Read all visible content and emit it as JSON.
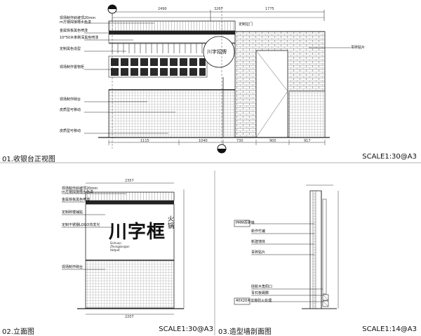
{
  "views": {
    "front": {
      "title": "01.收银台正视图",
      "scale": "SCALE1:30@A3",
      "sign_text": "川字招牌",
      "callouts": [
        "现场制作斜坡顶20mm",
        "m方钢焊接槽水色漆",
        "金属铁板黑色喷漆",
        "10*50木条刷深黑色喷漆",
        "定制黑色造型",
        "现场制作置物柜",
        "现场制作砌台",
        "皮质型可移动",
        "皮质型可移动",
        "定制拉门",
        "青砖贴片"
      ],
      "top_dims": [
        "2490",
        "3267",
        "1775"
      ],
      "bottom_dims": [
        "1115",
        "1040",
        "730",
        "900",
        "917"
      ]
    },
    "elevation": {
      "title": "02.立面图",
      "scale": "SCALE1:30@A3",
      "logo_main": "川字框",
      "logo_side": "火锅",
      "logo_sub": [
        "Sichuan",
        "Zhongjiangan",
        "Hotpot"
      ],
      "callouts": [
        "现场制作斜坡顶20mm",
        "m方钢焊接槽水色漆",
        "金属铁板黑色喷漆",
        "定制砖模铺贴",
        "定制不锈钢LOGO背发光",
        "现场制作砌台"
      ],
      "top_dim": "2357",
      "bottom_dim": "2207"
    },
    "section": {
      "title": "03.造型墙剖面图",
      "scale": "SCALE1:14@A3",
      "callouts": [
        "PMM青砖墙",
        "新作竹编",
        "新建墙体",
        "青砖贴片",
        "硅胶木角阳口",
        "青石板踢脚",
        "40X20木龙骨防火处理"
      ]
    }
  }
}
